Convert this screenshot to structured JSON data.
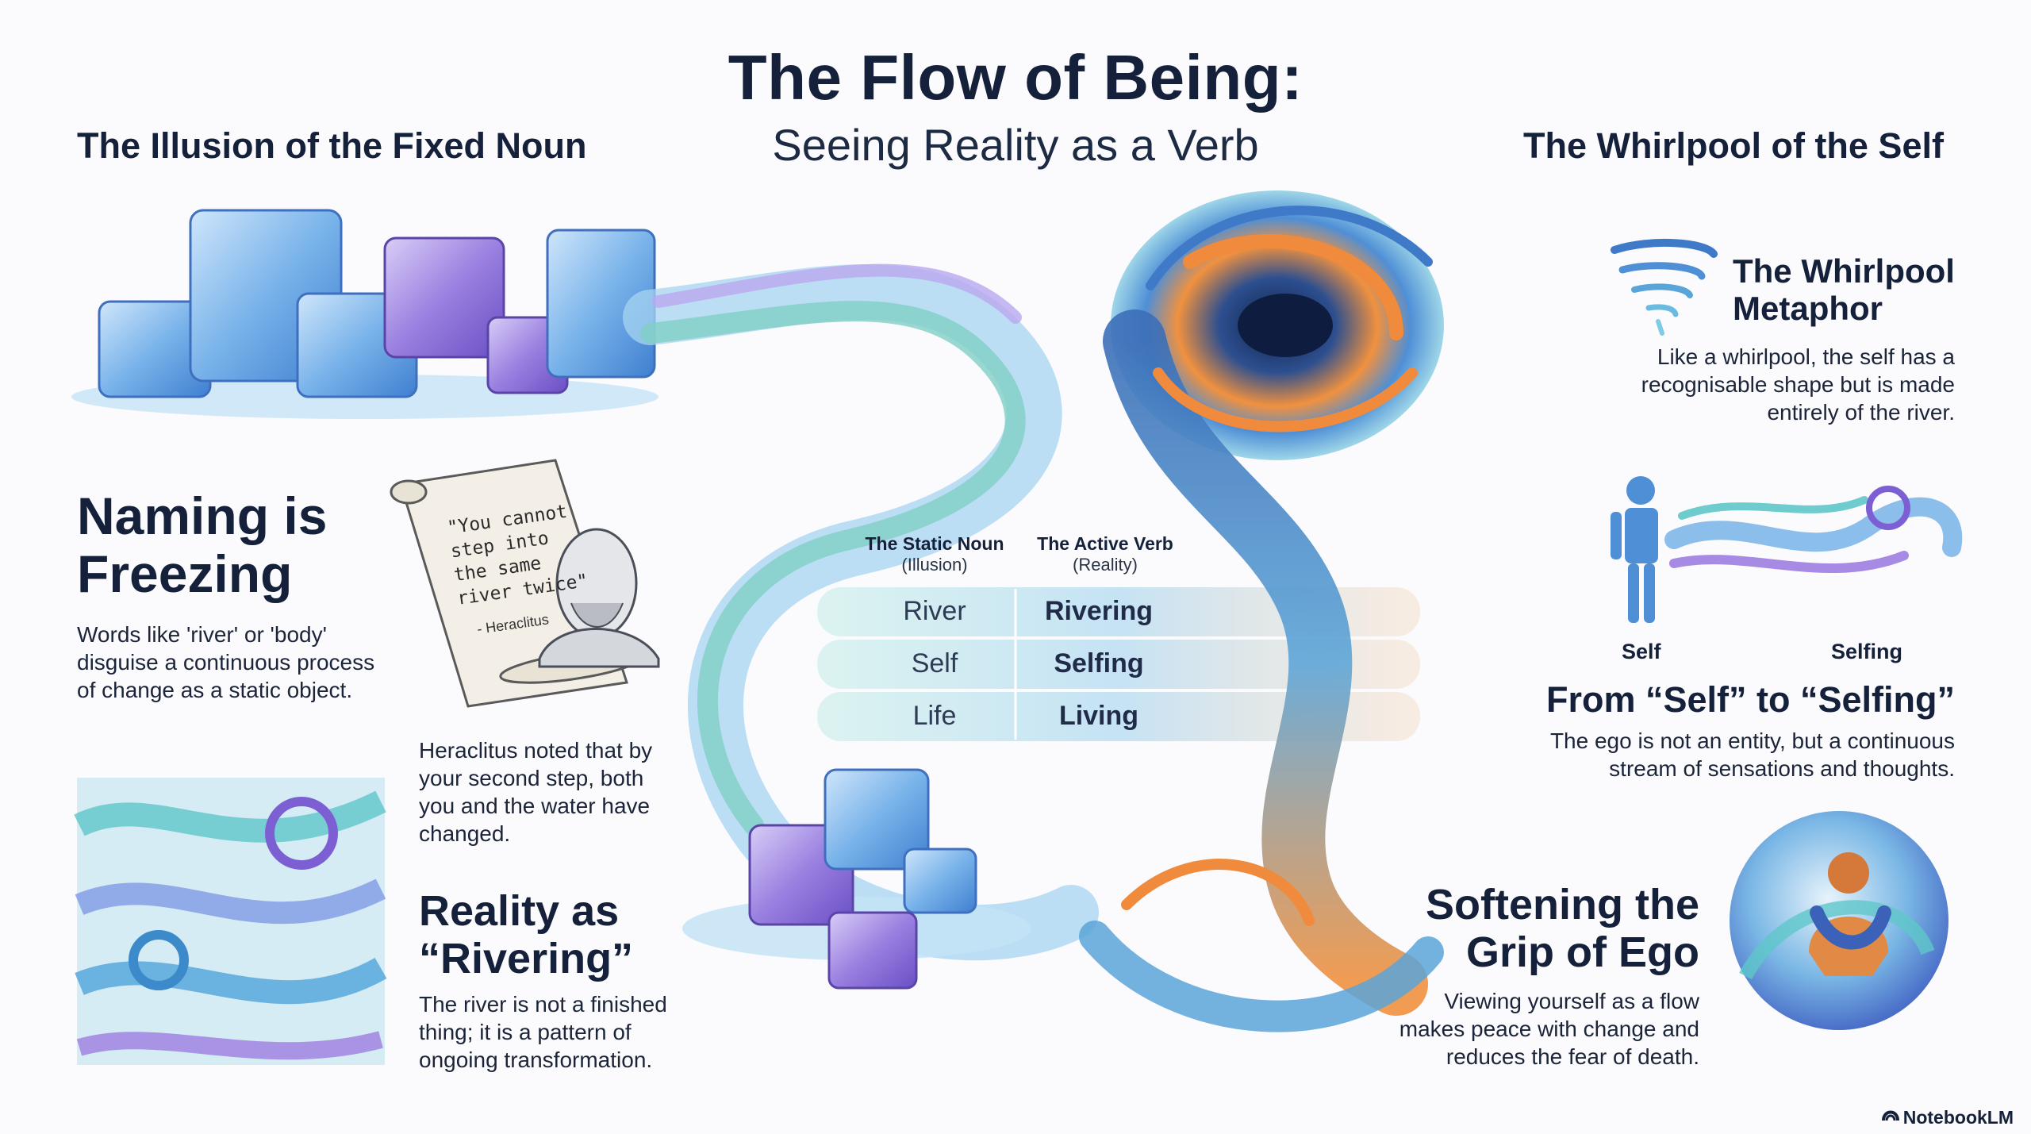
{
  "header": {
    "title": "The Flow of Being:",
    "subtitle": "Seeing Reality as a Verb"
  },
  "left_section": {
    "title": "The Illusion of the Fixed Noun",
    "naming": {
      "heading_line1": "Naming is",
      "heading_line2": "Freezing",
      "body_line1": "Words like 'river' or 'body'",
      "body_line2": "disguise a continuous process",
      "body_line3": "of change as a static object."
    },
    "quote": {
      "line1": "\"You cannot",
      "line2": "step into",
      "line3": "the same",
      "line4": "river twice\"",
      "author": "- Heraclitus"
    },
    "heraclitus": {
      "line1": "Heraclitus noted that by",
      "line2": "your second step, both",
      "line3": "you and the water have",
      "line4": "changed."
    },
    "reality": {
      "heading_line1": "Reality as",
      "heading_line2": "“Rivering”",
      "body_line1": "The river is not a finished",
      "body_line2": "thing; it is a pattern of",
      "body_line3": "ongoing transformation."
    }
  },
  "table": {
    "noun_header": "The Static Noun",
    "noun_sub": "(Illusion)",
    "verb_header": "The Active Verb",
    "verb_sub": "(Reality)",
    "rows": [
      {
        "noun": "River",
        "verb": "Rivering"
      },
      {
        "noun": "Self",
        "verb": "Selfing"
      },
      {
        "noun": "Life",
        "verb": "Living"
      }
    ]
  },
  "right_section": {
    "title": "The Whirlpool of the Self",
    "metaphor": {
      "heading_line1": "The Whirlpool",
      "heading_line2": "Metaphor",
      "body_line1": "Like a whirlpool, the self has a",
      "body_line2": "recognisable shape but is made",
      "body_line3": "entirely of the river."
    },
    "selfing": {
      "label_self": "Self",
      "label_selfing": "Selfing",
      "heading": "From “Self” to “Selfing”",
      "body_line1": "The ego is not an entity, but a continuous",
      "body_line2": "stream of sensations and thoughts."
    },
    "ego": {
      "heading_line1": "Softening the",
      "heading_line2": "Grip of Ego",
      "body_line1": "Viewing yourself as a flow",
      "body_line2": "makes peace with change and",
      "body_line3": "reduces the fear of death."
    }
  },
  "footer": {
    "brand": "NotebookLM"
  },
  "icons": [
    "ice-cube-icon",
    "scroll-icon",
    "heraclitus-bust-icon",
    "whirlpool-icon",
    "person-icon",
    "hug-icon",
    "notebooklm-logo-icon"
  ],
  "colors": {
    "title": "#15213b",
    "ice_blue": "#6aa8e6",
    "ice_purple": "#8b6fd6",
    "flow_teal": "#5fc7c9",
    "flow_orange": "#f08a3c"
  }
}
